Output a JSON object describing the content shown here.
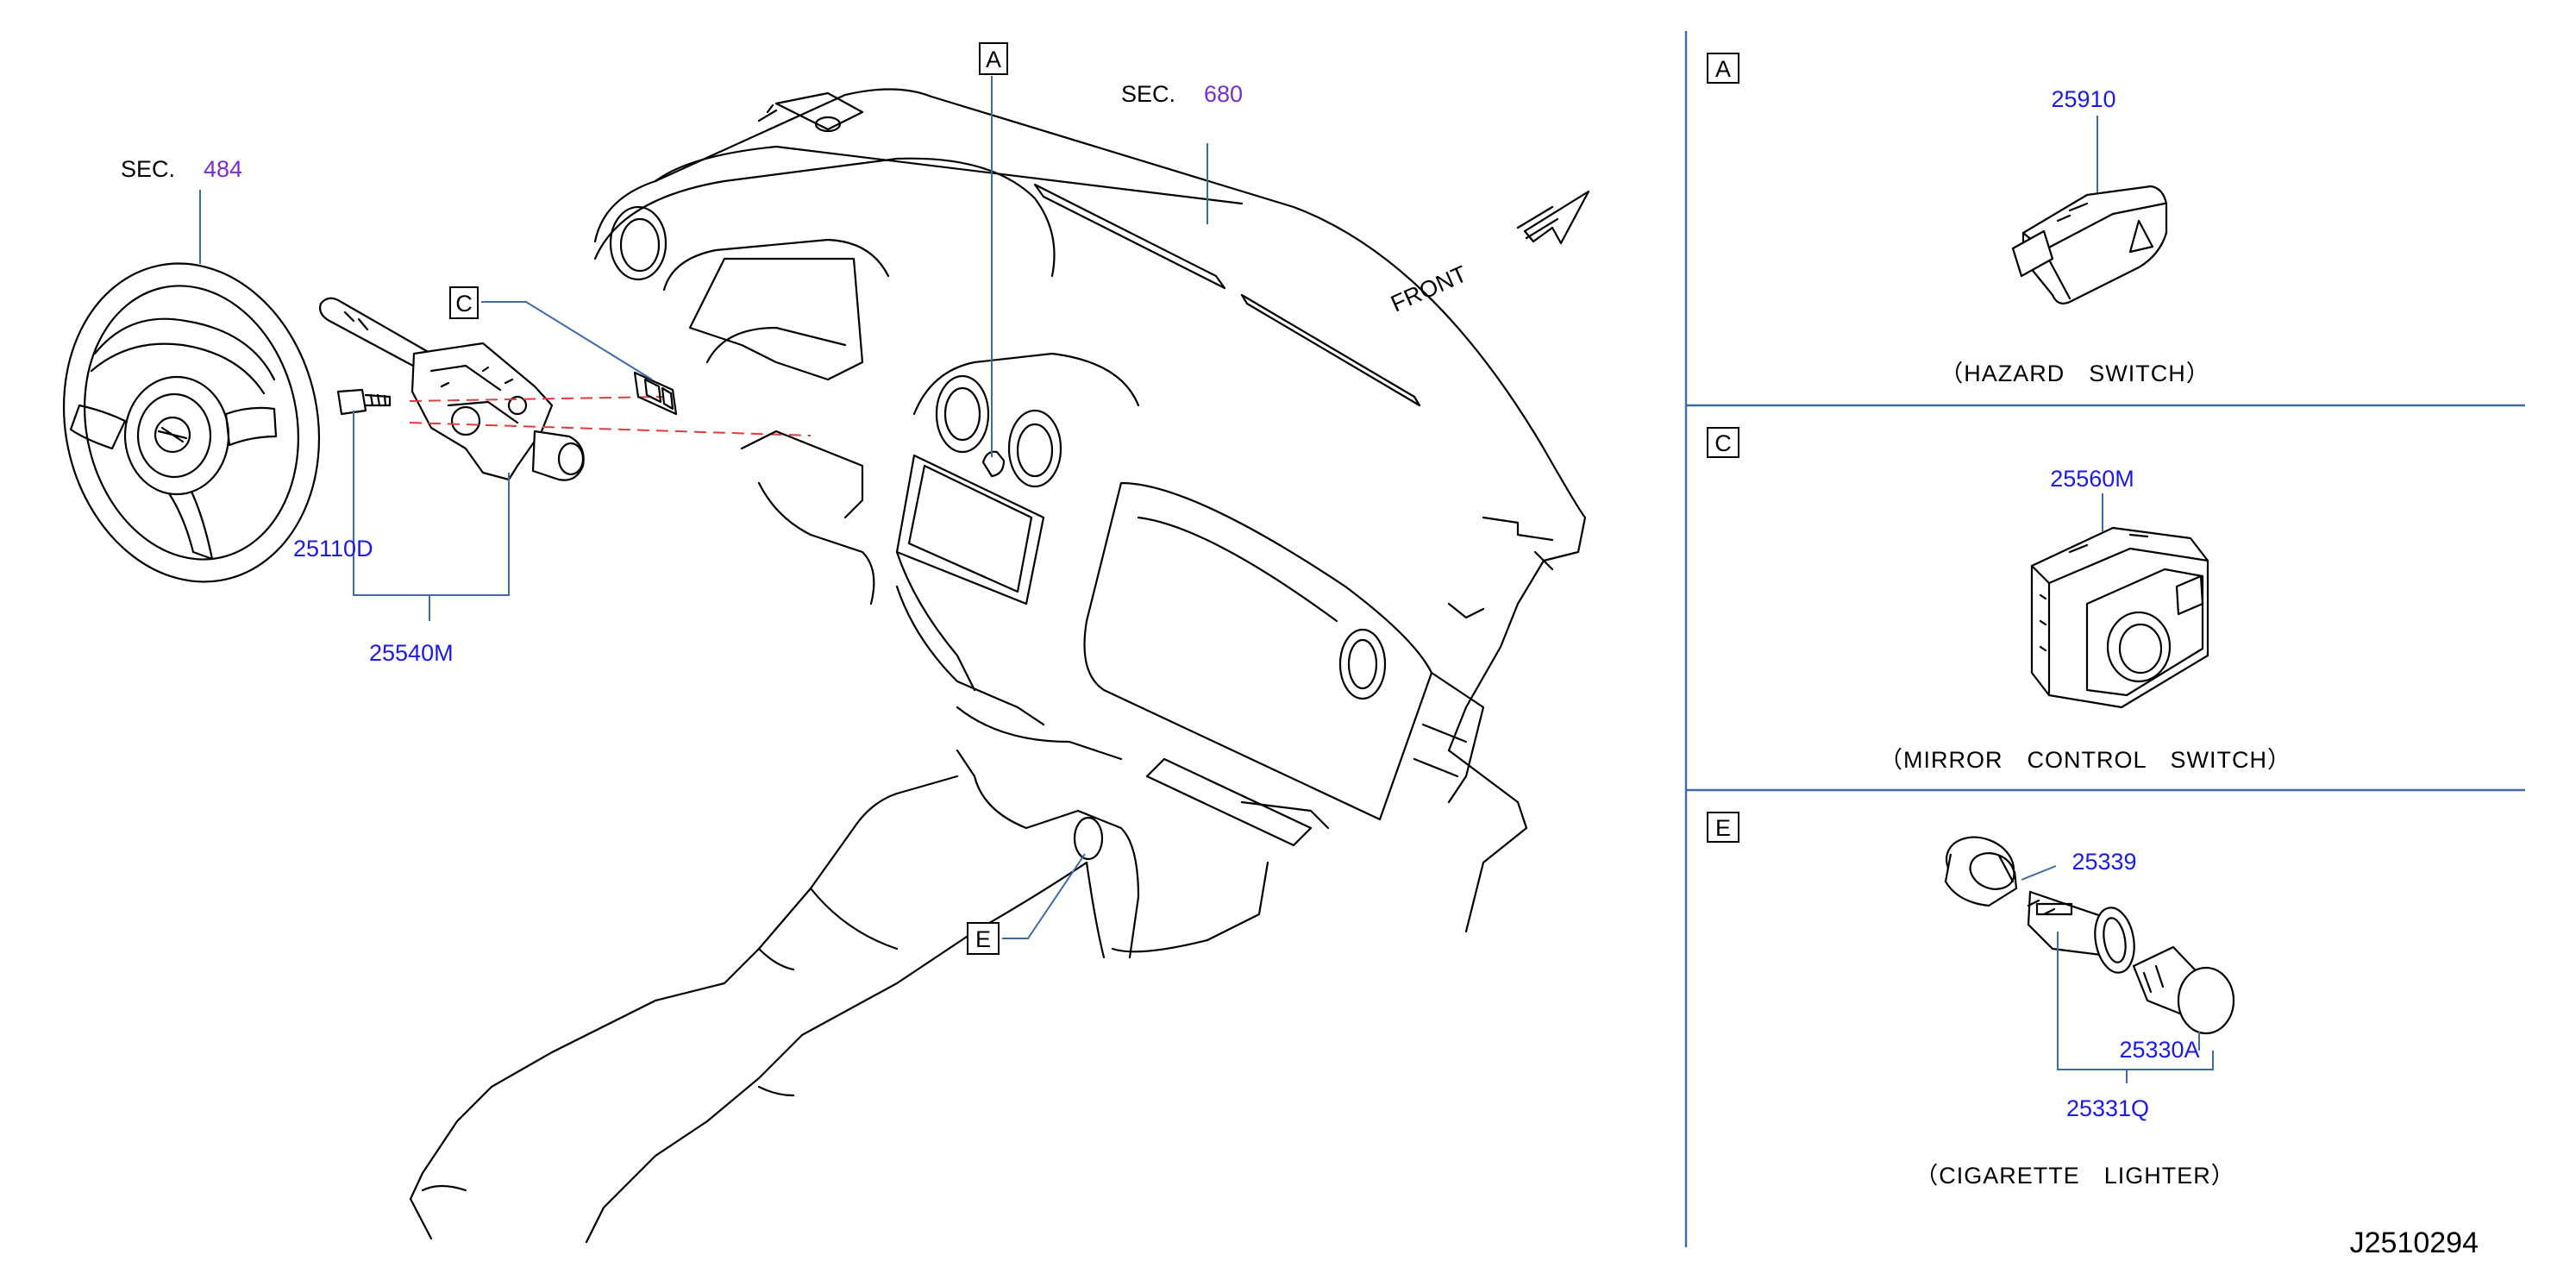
{
  "diagram_code": "J2510294",
  "front_label": "FRONT",
  "sections": {
    "steering": {
      "prefix": "SEC.",
      "number": "484"
    },
    "panel": {
      "prefix": "SEC.",
      "number": "680"
    }
  },
  "callouts": {
    "a": "A",
    "c": "C",
    "e": "E"
  },
  "parts_main": {
    "bolt": "25110D",
    "combination_switch": "25540M"
  },
  "panel_a": {
    "letter": "A",
    "part": "25910",
    "caption": "（HAZARD　SWITCH）"
  },
  "panel_c": {
    "letter": "C",
    "part": "25560M",
    "caption": "（MIRROR　CONTROL　SWITCH）"
  },
  "panel_e": {
    "letter": "E",
    "parts": [
      "25339",
      "25330A",
      "25331Q"
    ],
    "caption": "（CIGARETTE　LIGHTER）"
  },
  "colors": {
    "leader": "#3f6aa8",
    "part_number": "#1a1ae6",
    "section_number": "#7a2ccc",
    "dashed_alignment": "#e23b3b"
  }
}
